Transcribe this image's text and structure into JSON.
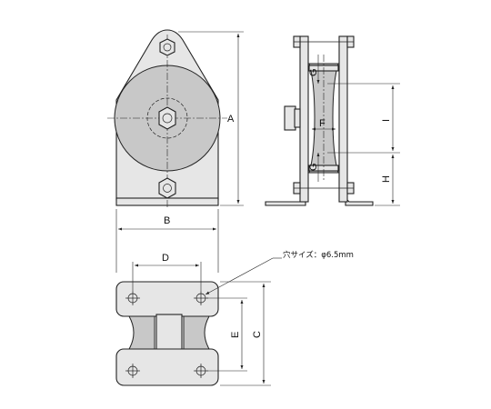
{
  "dimensions": {
    "A": "A",
    "B": "B",
    "C": "C",
    "D": "D",
    "E": "E",
    "F": "F",
    "G_top": "G",
    "G_bottom": "G",
    "H": "H",
    "I": "I"
  },
  "hole_note": "穴サイズ：φ6.5mm"
}
